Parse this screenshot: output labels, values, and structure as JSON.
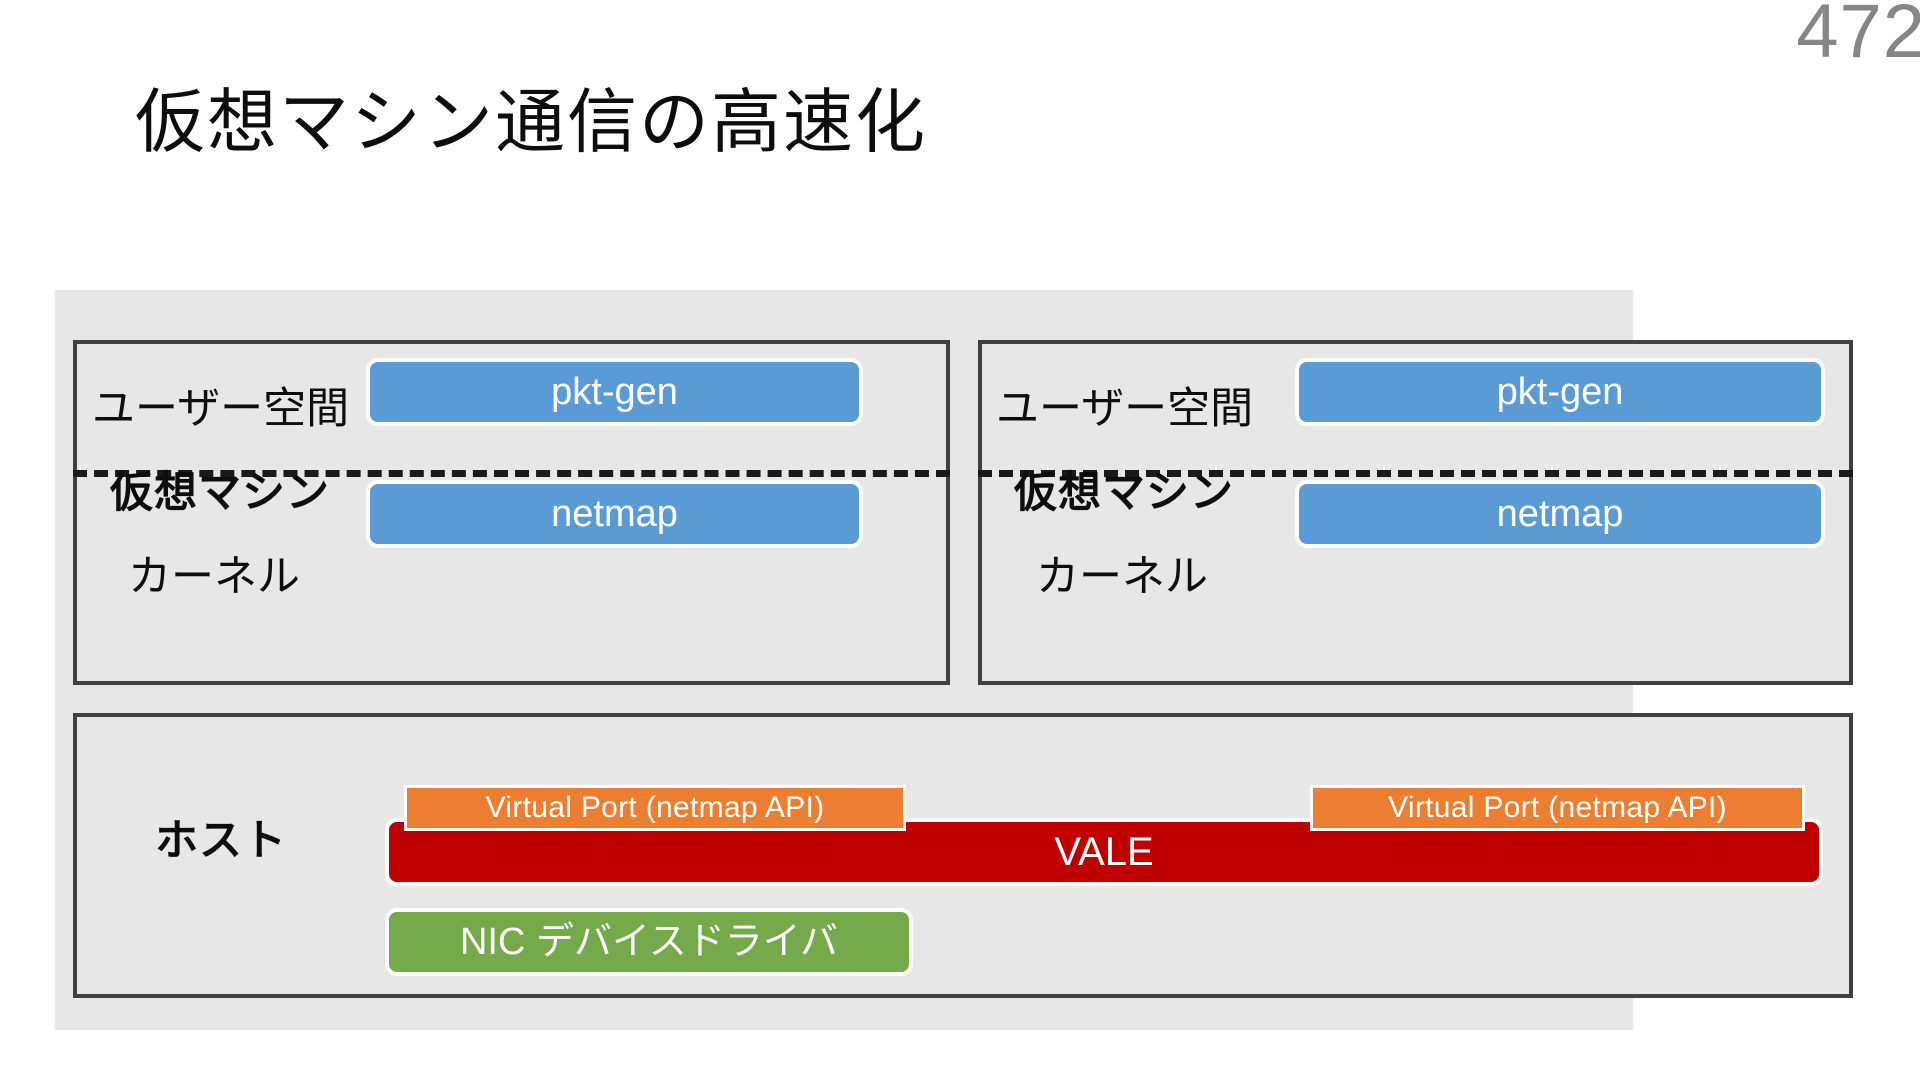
{
  "slide": {
    "page_number": "472",
    "title": "仮想マシン通信の高速化"
  },
  "colors": {
    "background": "#ffffff",
    "panel": "#e7e7e7",
    "border": "#404040",
    "page_number": "#868686",
    "blue": "#5B9BD5",
    "green": "#74AA4A",
    "red": "#C00000",
    "orange": "#ED7D31",
    "text_dark": "#0d0d0d",
    "text_light": "#ffffff"
  },
  "diagram": {
    "vm_left": {
      "userspace_label": "ユーザー空間",
      "vm_label": "仮想マシン",
      "kernel_label": "カーネル",
      "userspace_component": "pkt-gen",
      "kernel_component": "netmap"
    },
    "vm_right": {
      "userspace_label": "ユーザー空間",
      "vm_label": "仮想マシン",
      "kernel_label": "カーネル",
      "userspace_component": "pkt-gen",
      "kernel_component": "netmap"
    },
    "host": {
      "host_label": "ホスト",
      "switch_label": "VALE",
      "virtual_port_left": "Virtual Port (netmap API)",
      "virtual_port_right": "Virtual Port (netmap API)",
      "nic_driver_label": "NIC デバイスドライバ"
    }
  }
}
